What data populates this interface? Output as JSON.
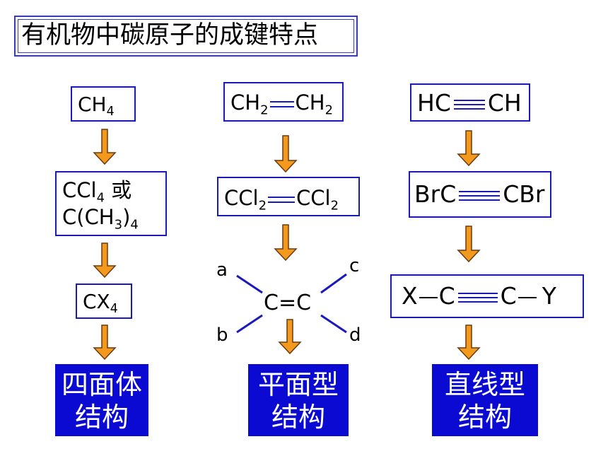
{
  "title": "有机物中碳原子的成键特点",
  "col1": {
    "box1": {
      "a": "CH",
      "a_sub": "4"
    },
    "box2": {
      "l1a": "CCl",
      "l1_sub": "4",
      "l1b": " 或",
      "l2a": "C(CH",
      "l2_sub": "3",
      "l2b": ")",
      "l2_sub2": "4"
    },
    "box3": {
      "a": "CX",
      "a_sub": "4"
    },
    "result": {
      "line1": "四面体",
      "line2": "结构"
    }
  },
  "col2": {
    "box1": {
      "a": "CH",
      "a_sub": "2",
      "b": "CH",
      "b_sub": "2"
    },
    "box2": {
      "a": "CCl",
      "a_sub": "2",
      "b": "CCl",
      "b_sub": "2"
    },
    "planar": {
      "center": "C=C",
      "a": "a",
      "b": "b",
      "c": "c",
      "d": "d"
    },
    "result": {
      "line1": "平面型",
      "line2": "结构"
    }
  },
  "col3": {
    "box1": {
      "a": "HC",
      "b": "CH"
    },
    "box2": {
      "a": "BrC",
      "b": "CBr"
    },
    "box3": {
      "a": "X",
      "b": "C",
      "c": "C",
      "d": "Y"
    },
    "result": {
      "line1": "直线型",
      "line2": "结构"
    }
  },
  "colors": {
    "box_border": "#1a1ab8",
    "result_fill": "#0a0ad2",
    "arrow_fill": "#f39a1e",
    "arrow_stroke": "#6a3a10"
  }
}
